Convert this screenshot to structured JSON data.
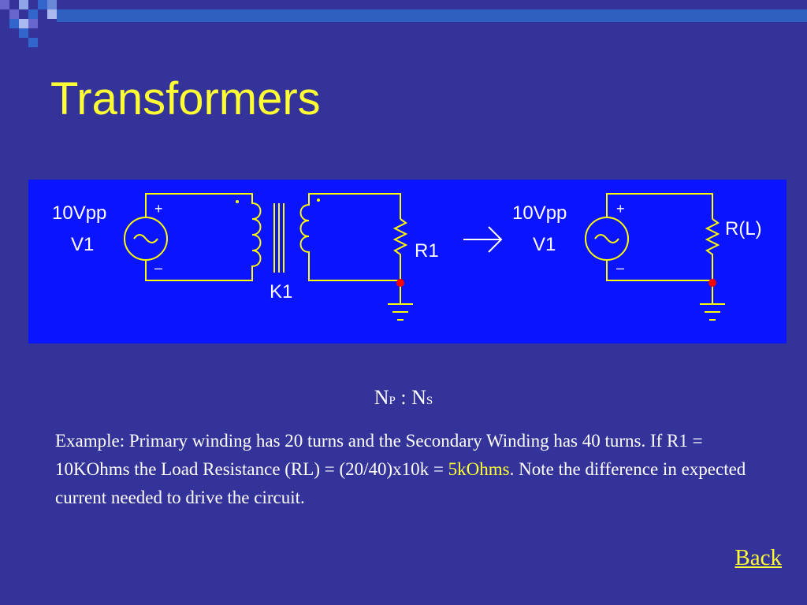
{
  "slide": {
    "title": "Transformers",
    "ratio": {
      "np": "N",
      "np_sub": "P",
      "separator": " : N",
      "ns_sub": "S"
    },
    "paragraph": {
      "part1": "Example: Primary winding has 20 turns and the Secondary Winding has 40 turns. If R1 = 10KOhms the Load Resistance (RL) = (20/40)x10k = ",
      "highlight": "5kOhms",
      "part2": ".  Note the difference in expected current needed to drive the circuit."
    },
    "back_link": "Back"
  },
  "diagram": {
    "left": {
      "source_value": "10Vpp",
      "source_name": "V1",
      "plus": "+",
      "minus": "–",
      "transformer": "K1",
      "resistor": "R1"
    },
    "arrow": "→",
    "right": {
      "source_value": "10Vpp",
      "source_name": "V1",
      "plus": "+",
      "minus": "–",
      "resistor": "R(L)"
    }
  },
  "colors": {
    "background": "#333399",
    "title": "#ffff33",
    "diagram_background": "#0a14ff",
    "wire": "#ffff00",
    "node": "#ff0000",
    "text": "#ffffff"
  }
}
